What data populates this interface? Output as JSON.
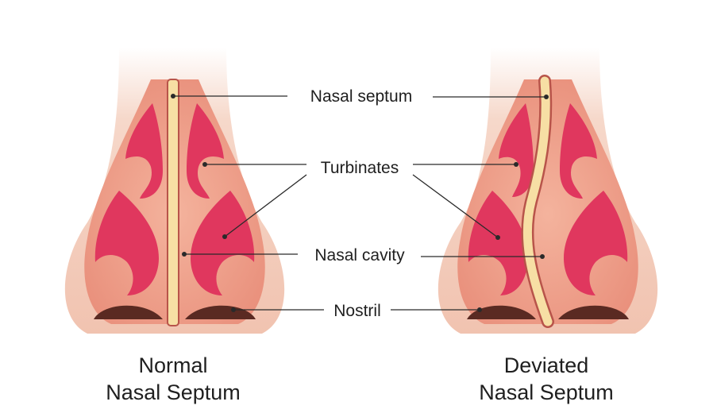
{
  "labels": {
    "nasal_septum": "Nasal septum",
    "turbinates": "Turbinates",
    "nasal_cavity": "Nasal cavity",
    "nostril": "Nostril"
  },
  "captions": {
    "normal_line1": "Normal",
    "normal_line2": "Nasal Septum",
    "deviated_line1": "Deviated",
    "deviated_line2": "Nasal Septum"
  },
  "colors": {
    "skin_outer": "#f6d6c6",
    "skin_bridge": "#f3cab8",
    "cavity": "#ee9f8a",
    "turbinate": "#e0375e",
    "turbinate_dark": "#b8203f",
    "septum": "#f7dfa4",
    "septum_edge": "#b8544a",
    "nostril": "#5a2a22"
  }
}
